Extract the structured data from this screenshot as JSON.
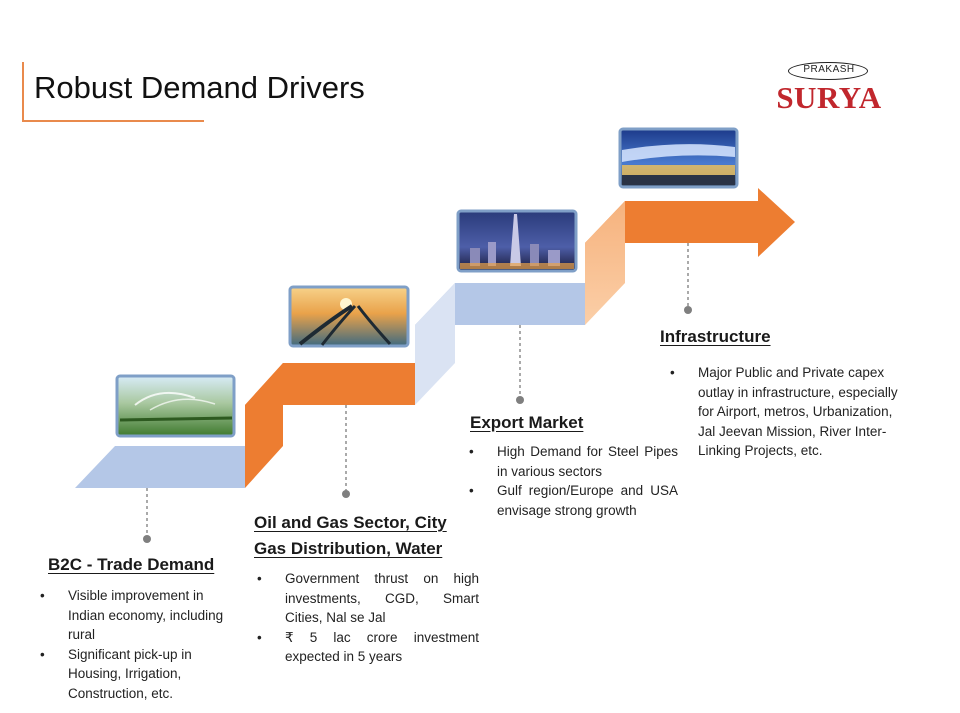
{
  "title": "Robust Demand Drivers",
  "logo": {
    "small_text": "PRAKASH",
    "big_text": "SURYA"
  },
  "colors": {
    "accent_orange": "#ed7d31",
    "light_blue": "#b4c7e7",
    "logo_red": "#c1272d"
  },
  "drivers": [
    {
      "heading": "B2C - Trade Demand",
      "image_icon": "sprinkler-field-photo",
      "bullets": [
        "Visible improvement in Indian economy, including rural",
        "Significant pick-up in Housing, Irrigation, Construction, etc."
      ]
    },
    {
      "heading_line1": "Oil and Gas Sector, City",
      "heading_line2": "Gas Distribution, Water",
      "image_icon": "pipeline-sunset-photo",
      "bullets": [
        "Government thrust on high investments, CGD, Smart Cities, Nal se Jal",
        "₹ 5 lac crore investment expected in 5 years"
      ]
    },
    {
      "heading": "Export Market",
      "image_icon": "city-skyline-photo",
      "bullets": [
        "High Demand for Steel Pipes in various sectors",
        "Gulf region/Europe and USA envisage strong growth"
      ]
    },
    {
      "heading": "Infrastructure",
      "image_icon": "airport-terminal-photo",
      "bullets": [
        "Major Public and Private capex outlay in infrastructure, especially for Airport, metros, Urbanization, Jal Jeevan Mission, River Inter-Linking Projects, etc."
      ]
    }
  ]
}
